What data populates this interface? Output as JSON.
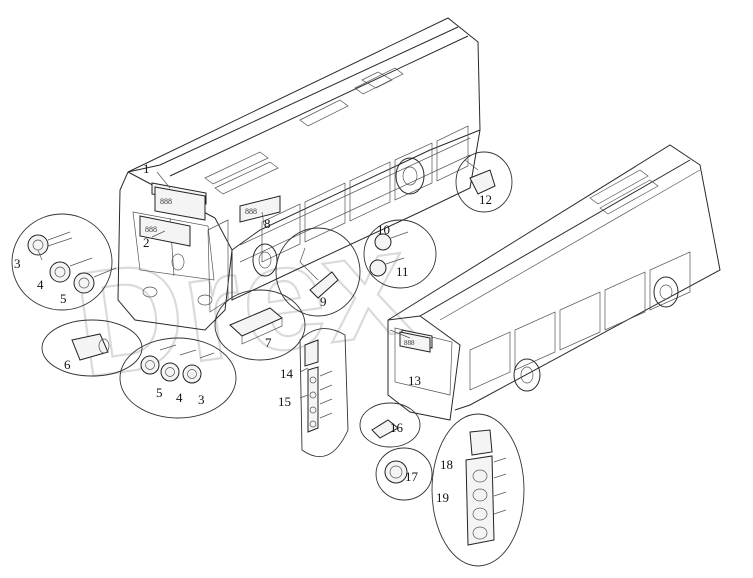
{
  "watermark": "Drex",
  "corner_mark": "",
  "callouts": [
    {
      "id": "1",
      "label": "1"
    },
    {
      "id": "2",
      "label": "2"
    },
    {
      "id": "3a",
      "label": "3"
    },
    {
      "id": "4a",
      "label": "4"
    },
    {
      "id": "5a",
      "label": "5"
    },
    {
      "id": "6",
      "label": "6"
    },
    {
      "id": "5b",
      "label": "5"
    },
    {
      "id": "4b",
      "label": "4"
    },
    {
      "id": "3b",
      "label": "3"
    },
    {
      "id": "7",
      "label": "7"
    },
    {
      "id": "8",
      "label": "8"
    },
    {
      "id": "9",
      "label": "9"
    },
    {
      "id": "10",
      "label": "10"
    },
    {
      "id": "11",
      "label": "11"
    },
    {
      "id": "12",
      "label": "12"
    },
    {
      "id": "13",
      "label": "13"
    },
    {
      "id": "14",
      "label": "14"
    },
    {
      "id": "15",
      "label": "15"
    },
    {
      "id": "16",
      "label": "16"
    },
    {
      "id": "17",
      "label": "17"
    },
    {
      "id": "18",
      "label": "18"
    },
    {
      "id": "19",
      "label": "19"
    }
  ]
}
